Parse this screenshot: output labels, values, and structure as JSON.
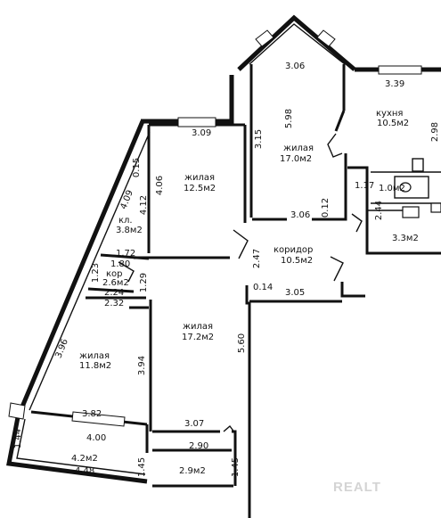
{
  "rooms": [
    {
      "name": "жилая",
      "area": "17.0м2"
    },
    {
      "name": "кухня",
      "area": "10.5м2"
    },
    {
      "name": "жилая",
      "area": "12.5м2"
    },
    {
      "name": "кл.",
      "area": "3.8м2"
    },
    {
      "name": "кор",
      "area": "2.6м2"
    },
    {
      "name": "коридор",
      "area": "10.5м2"
    },
    {
      "name": "жилая",
      "area": "17.2м2"
    },
    {
      "name": "жилая",
      "area": "11.8м2"
    }
  ],
  "small_areas": [
    "1.0м2",
    "3.3м2",
    "4.2м2",
    "2.9м2"
  ],
  "dimensions": [
    "3.06",
    "5.98",
    "3.15",
    "3.06",
    "0.12",
    "3.39",
    "2.98",
    "1.17",
    "2.44",
    "3.09",
    "4.06",
    "4.12",
    "0.15",
    "4.09",
    "2.47",
    "1.72",
    "1.80",
    "1.23",
    "2.24",
    "2.32",
    "1.29",
    "0.14",
    "3.05",
    "3.96",
    "3.94",
    "5.60",
    "3.82",
    "4.00",
    "3.07",
    "2.90",
    "1.44",
    "4.48",
    "1.45",
    "1.45"
  ],
  "watermark": "REALT"
}
